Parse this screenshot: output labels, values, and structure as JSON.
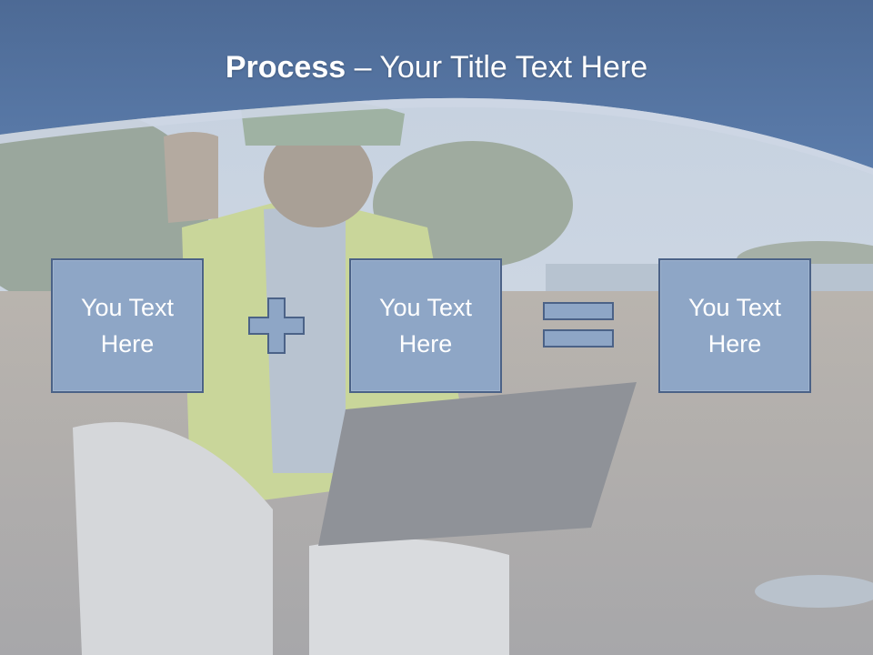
{
  "slide": {
    "title_bold": "Process",
    "title_rest": " – Your Title Text Here",
    "boxes": [
      {
        "line1": "You Text",
        "line2": "Here"
      },
      {
        "line1": "You Text",
        "line2": "Here"
      },
      {
        "line1": "You Text",
        "line2": "Here"
      }
    ],
    "operators": [
      "plus-icon",
      "equals-icon"
    ]
  },
  "colors": {
    "header": "#4f6f9d",
    "box_fill": "#8ea6c6",
    "box_border": "#4b6287",
    "text": "#ffffff"
  }
}
